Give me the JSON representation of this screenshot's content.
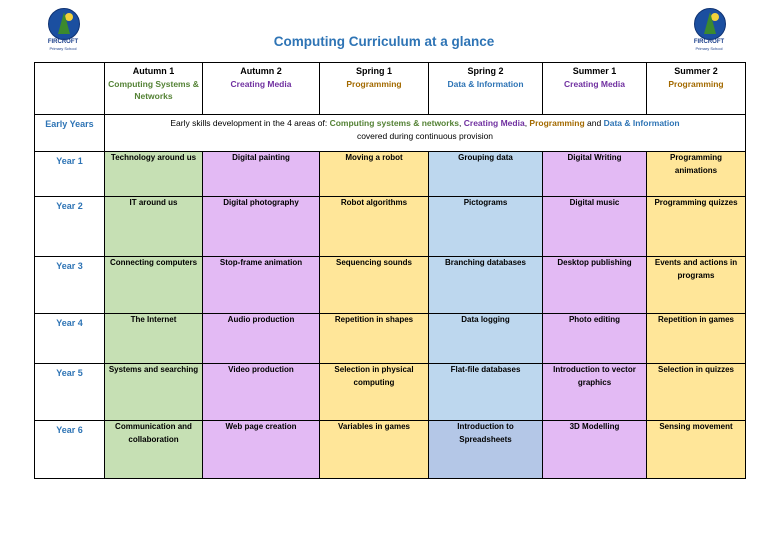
{
  "school": {
    "name": "FIRCROFT",
    "subtitle": "Primary School"
  },
  "title": "Computing Curriculum at a glance",
  "colors": {
    "green": "#c6e0b4",
    "purple": "#e3baf4",
    "yellow": "#ffe699",
    "blue": "#bdd7ee",
    "title": "#2e74b5"
  },
  "columns": [
    {
      "term": "Autumn 1",
      "strand": "Computing Systems & Networks"
    },
    {
      "term": "Autumn 2",
      "strand": "Creating Media"
    },
    {
      "term": "Spring 1",
      "strand": "Programming"
    },
    {
      "term": "Spring 2",
      "strand": "Data & Information"
    },
    {
      "term": "Summer 1",
      "strand": "Creating Media"
    },
    {
      "term": "Summer 2",
      "strand": "Programming"
    }
  ],
  "early_years": {
    "label": "Early Years",
    "prefix": "Early skills development in the 4 areas of: ",
    "area1": "Computing systems & networks",
    "sep1": ", ",
    "area2": "Creating Media",
    "sep2": ", ",
    "area3": "Programming",
    "sep3": " and ",
    "area4": "Data & Information",
    "line2": "covered during continuous provision"
  },
  "rows": [
    {
      "year": "Year 1",
      "units": [
        "Technology around us",
        "Digital painting",
        "Moving a robot",
        "Grouping data",
        "Digital Writing",
        "Programming animations"
      ]
    },
    {
      "year": "Year 2",
      "units": [
        "IT around us",
        "Digital photography",
        "Robot algorithms",
        "Pictograms",
        "Digital music",
        "Programming quizzes"
      ]
    },
    {
      "year": "Year 3",
      "units": [
        "Connecting computers",
        "Stop-frame animation",
        "Sequencing sounds",
        "Branching databases",
        "Desktop publishing",
        "Events and actions in programs"
      ]
    },
    {
      "year": "Year 4",
      "units": [
        "The Internet",
        "Audio production",
        "Repetition in shapes",
        "Data logging",
        "Photo editing",
        "Repetition in games"
      ]
    },
    {
      "year": "Year 5",
      "units": [
        "Systems and searching",
        "Video production",
        "Selection in physical computing",
        "Flat-file databases",
        "Introduction to vector graphics",
        "Selection in quizzes"
      ]
    },
    {
      "year": "Year 6",
      "units": [
        "Communication and collaboration",
        "Web page creation",
        "Variables in games",
        "Introduction to Spreadsheets",
        "3D Modelling",
        "Sensing movement"
      ]
    }
  ]
}
